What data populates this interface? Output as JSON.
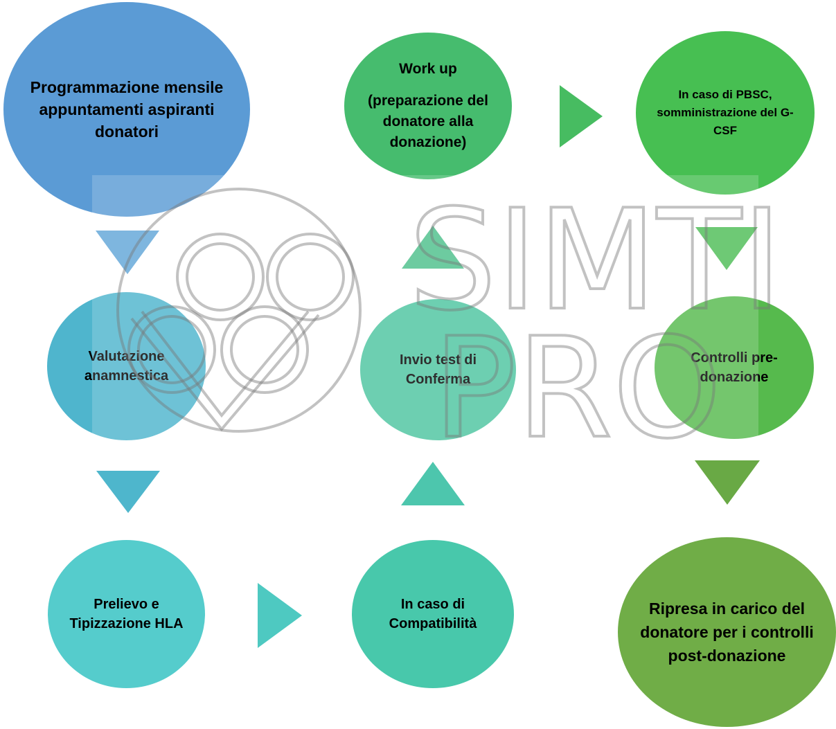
{
  "nodes": {
    "programmazione": {
      "lines": [
        "Programmazione mensile",
        "appuntamenti aspiranti",
        "donatori"
      ],
      "color": "#5b9bd5"
    },
    "work_up": {
      "title": "Work up",
      "lines": [
        "(preparazione del",
        "donatore alla",
        "donazione)"
      ],
      "color": "#46bc6e"
    },
    "pbsc": {
      "lines": [
        "In caso di PBSC,",
        "somministrazione del G-",
        "CSF"
      ],
      "color": "#47bf52"
    },
    "valutazione": {
      "lines": [
        "Valutazione",
        "anamnestica"
      ],
      "color": "#4fb5cd"
    },
    "invio_test": {
      "lines": [
        "Invio test di",
        "Conferma"
      ],
      "color": "#4ec5a0"
    },
    "controlli_pre": {
      "lines": [
        "Controlli pre-",
        "donazione"
      ],
      "color": "#56ba4d"
    },
    "prelievo": {
      "lines": [
        "Prelievo e",
        "Tipizzazione HLA"
      ],
      "color": "#55cccc"
    },
    "compatibilita": {
      "lines": [
        "In caso di",
        "Compatibilità"
      ],
      "color": "#48c8ab"
    },
    "ripresa": {
      "lines": [
        "Ripresa in carico del",
        "donatore per i controlli",
        "post-donazione"
      ],
      "color": "#70ad47"
    }
  },
  "watermark": {
    "line1": "SIMTI",
    "line2": "PRO"
  }
}
